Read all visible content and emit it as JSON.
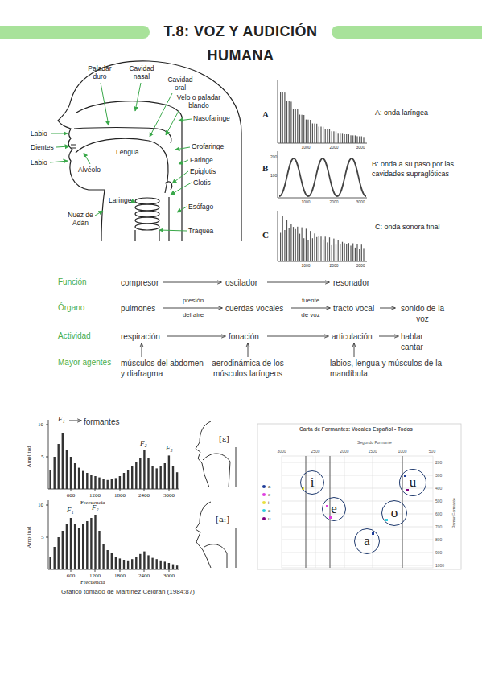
{
  "diagram": {
    "title": "T.8: VOZ Y AUDICIÓN HUMANA",
    "caption": "Gráfico tomado de Martínez Celdrán (1984:87)",
    "nodes": [
      {
        "text": [
          "i"
        ]
      },
      {
        "text": [
          "u"
        ]
      },
      {
        "text": [
          "e"
        ]
      },
      {
        "text": [
          "o"
        ]
      },
      {
        "text": [
          "a"
        ]
      }
    ],
    "labels": [
      "Paladar duro",
      "Cavidad nasal",
      "Cavidad oral",
      "Velo o paladar blando",
      "Nasofaringe",
      "Orofaringe",
      "Labio",
      "Dientes",
      "Labio",
      "Lengua",
      "Alvéolo",
      "Faringe",
      "Epiglotis",
      "Glotis",
      "Laringe",
      "Esófago",
      "Nuez de Adán",
      "Tráquea",
      "A",
      "B",
      "C",
      "A: onda laríngea",
      "B: onda a su paso por las cavidades supraglóticas",
      "C: onda sonora final",
      "1000",
      "2000",
      "3000",
      "1000",
      "2000",
      "3000",
      "200",
      "100",
      "1000",
      "2000",
      "3000",
      "Función",
      "Órgano",
      "Actividad",
      "Mayor agentes",
      "compresor",
      "oscilador",
      "resonador",
      "pulmones",
      "presión",
      "del aire",
      "cuerdas vocales",
      "fuente",
      "de voz",
      "tracto vocal",
      "sonido de la voz",
      "respiración",
      "fonación",
      "articulación",
      "hablar cantar",
      "músculos del abdomen y diafragma",
      "aerodinámica de los músculos laríngeos",
      "labios, lengua y músculos de la mandíbula.",
      "F₁",
      "formantes",
      "F₂",
      "F₃",
      "[ɛ]",
      "10",
      "5",
      "Amplitud",
      "600",
      "1200",
      "1800",
      "2400",
      "3000",
      "Frecuencia",
      "F₁",
      "F₂",
      "[a:]",
      "10",
      "5",
      "Amplitud",
      "600",
      "1200",
      "1800",
      "2400",
      "3000",
      "Frecuencia",
      "Carta de Formantes: Vocales Español - Todos",
      "Segundo Formante",
      "3000",
      "2500",
      "2000",
      "1500",
      "1000",
      "500",
      "200",
      "300",
      "400",
      "500",
      "600",
      "700",
      "800",
      "900",
      "1000",
      "Primer Formante"
    ],
    "legend": [
      {
        "text": "a",
        "color": "#1f3d99"
      },
      {
        "text": "e",
        "color": "#e040e0"
      },
      {
        "text": "i",
        "color": "#e8e040"
      },
      {
        "text": "o",
        "color": "#30d0e0"
      },
      {
        "text": "u",
        "color": "#800080"
      }
    ]
  }
}
